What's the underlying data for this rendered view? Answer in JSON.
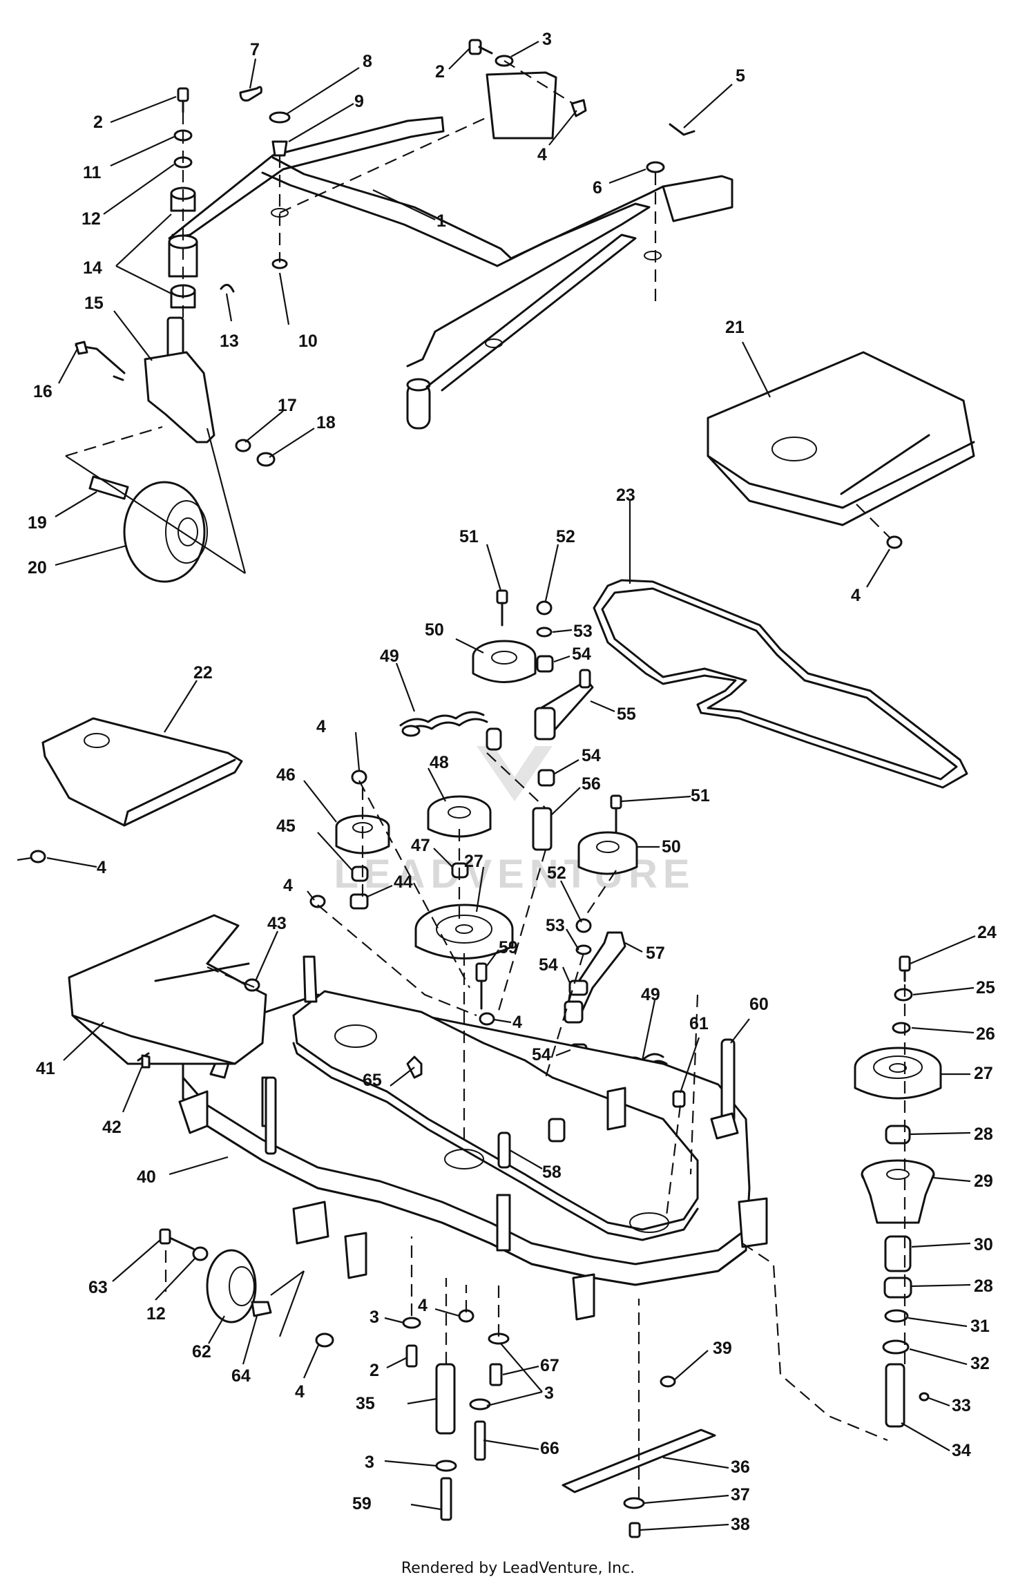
{
  "labels": [
    "1",
    "2",
    "3",
    "4",
    "5",
    "6",
    "7",
    "8",
    "9",
    "10",
    "11",
    "12",
    "13",
    "14",
    "15",
    "16",
    "17",
    "18",
    "19",
    "20",
    "21",
    "22",
    "23",
    "24",
    "25",
    "26",
    "27",
    "28",
    "29",
    "30",
    "31",
    "32",
    "33",
    "34",
    "35",
    "36",
    "37",
    "38",
    "39",
    "40",
    "41",
    "42",
    "43",
    "44",
    "45",
    "46",
    "47",
    "48",
    "49",
    "50",
    "51",
    "52",
    "53",
    "54",
    "55",
    "56",
    "57",
    "58",
    "59",
    "60",
    "61",
    "62",
    "63",
    "64",
    "65",
    "66",
    "67"
  ],
  "watermark": "LEADVENTURE",
  "footer": "Rendered by LeadVenture, Inc."
}
